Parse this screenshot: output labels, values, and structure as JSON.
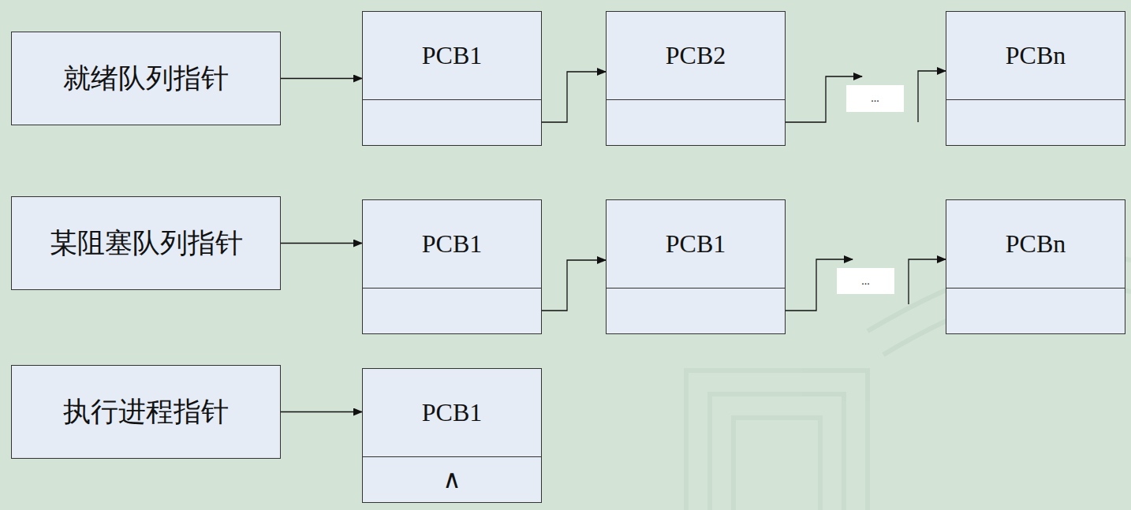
{
  "diagram": {
    "nodes": [
      {
        "text": [
          "就绪队列指针"
        ]
      },
      {
        "text": [
          "PCB1"
        ]
      },
      {
        "text": [
          "PCB2"
        ]
      },
      {
        "text": [
          "..."
        ]
      },
      {
        "text": [
          "PCBn"
        ]
      },
      {
        "text": [
          "某阻塞队列指针"
        ]
      },
      {
        "text": [
          "PCB1"
        ]
      },
      {
        "text": [
          "PCB1"
        ]
      },
      {
        "text": [
          "..."
        ]
      },
      {
        "text": [
          "PCBn"
        ]
      },
      {
        "text": [
          "执行进程指针"
        ]
      },
      {
        "text": [
          "PCB1",
          "∧"
        ]
      }
    ],
    "edges": [
      {
        "from": 0,
        "to": 1,
        "arrow": "to"
      },
      {
        "from": 1,
        "to": 2,
        "arrow": "to"
      },
      {
        "from": 2,
        "to": 3,
        "arrow": "to"
      },
      {
        "from": 3,
        "to": 4,
        "arrow": "to"
      },
      {
        "from": 5,
        "to": 6,
        "arrow": "to"
      },
      {
        "from": 6,
        "to": 7,
        "arrow": "to"
      },
      {
        "from": 7,
        "to": 8,
        "arrow": "to"
      },
      {
        "from": 8,
        "to": 9,
        "arrow": "to"
      },
      {
        "from": 10,
        "to": 11,
        "arrow": "to"
      }
    ]
  }
}
